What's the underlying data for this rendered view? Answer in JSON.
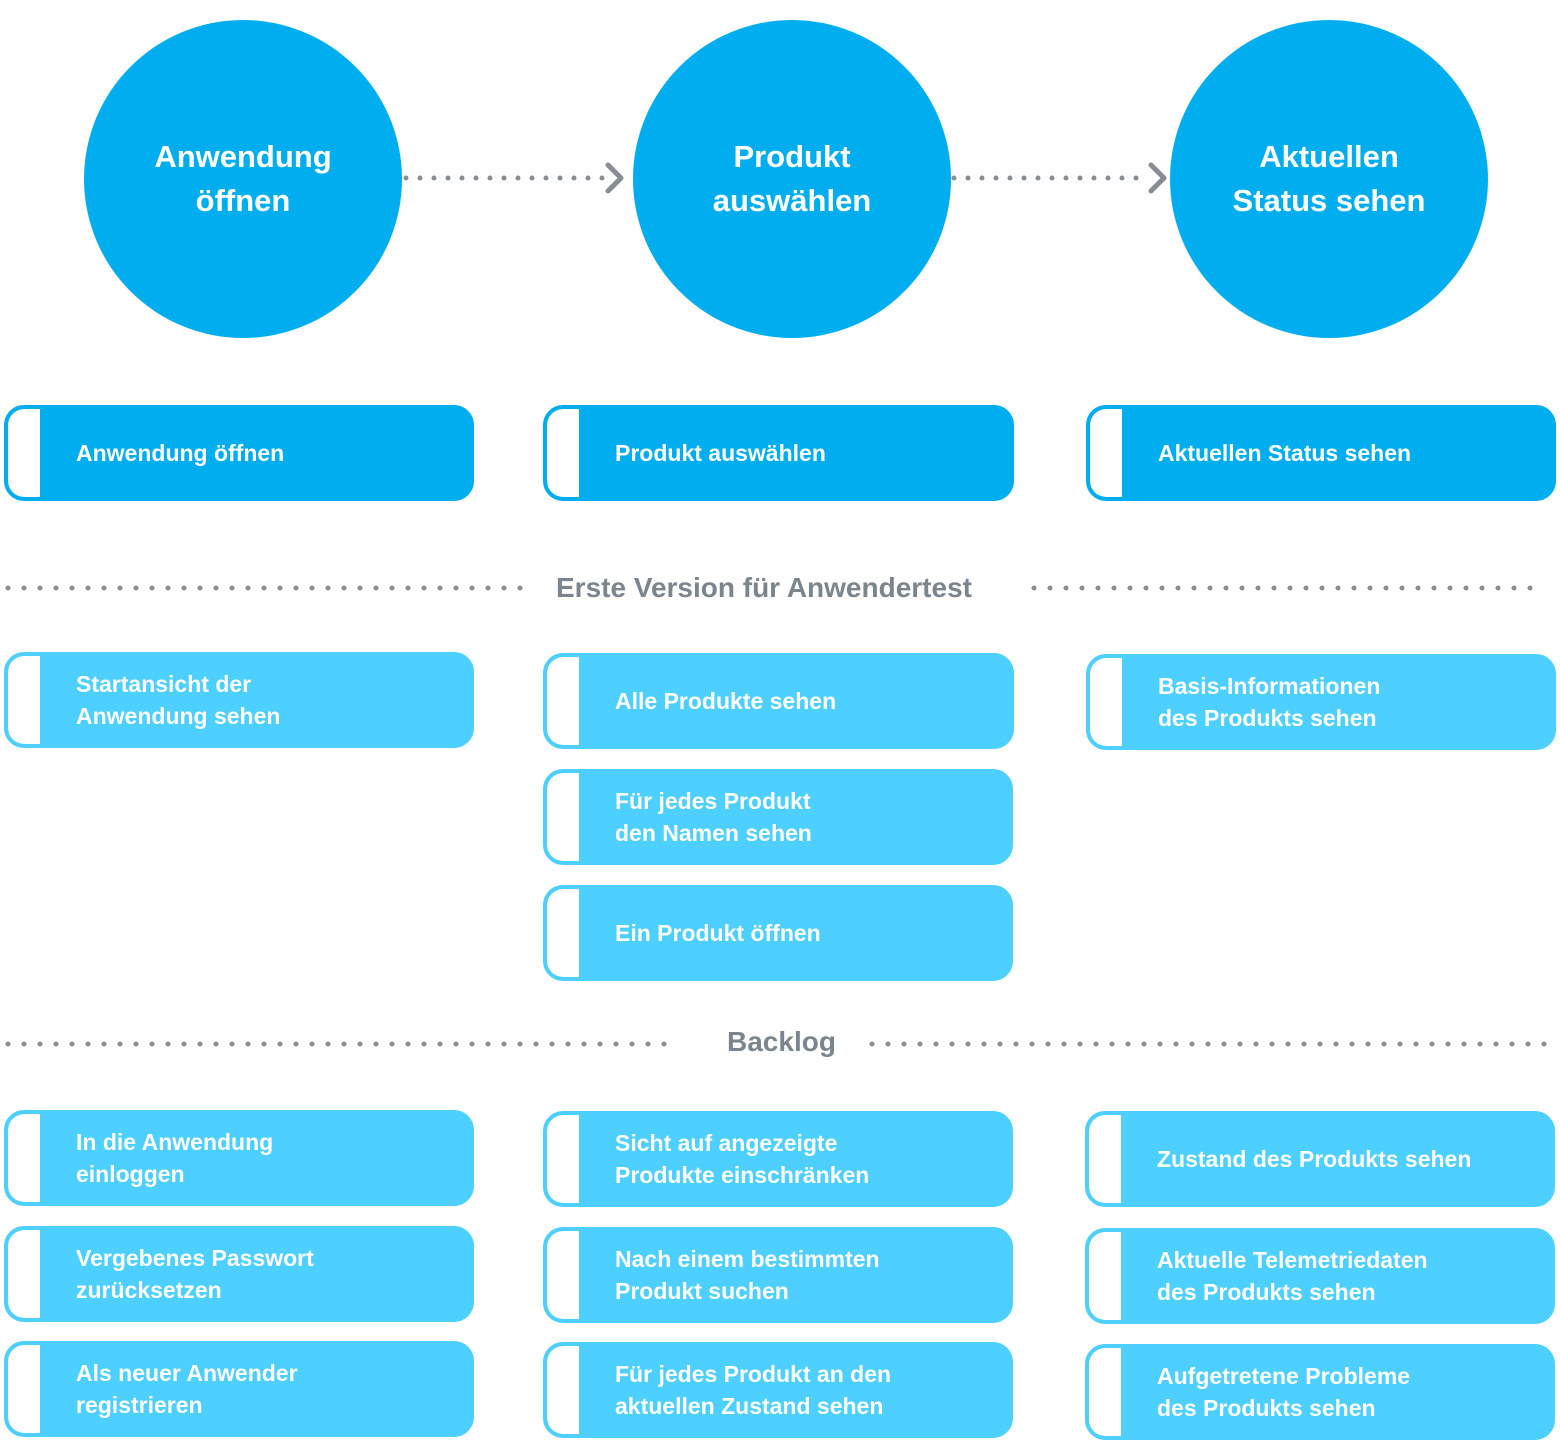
{
  "steps": [
    {
      "line1": "Anwendung",
      "line2": "öffnen"
    },
    {
      "line1": "Produkt",
      "line2": "auswählen"
    },
    {
      "line1": "Aktuellen",
      "line2": "Status sehen"
    }
  ],
  "activities": [
    "Anwendung öffnen",
    "Produkt auswählen",
    "Aktuellen Status sehen"
  ],
  "sections": {
    "release": "Erste Version für Anwendertest",
    "backlog": "Backlog"
  },
  "release_stories": {
    "col1": [
      {
        "line1": "Startansicht der",
        "line2": "Anwendung sehen"
      }
    ],
    "col2": [
      {
        "line1": "Alle Produkte sehen",
        "line2": ""
      },
      {
        "line1": "Für jedes Produkt",
        "line2": "den Namen sehen"
      },
      {
        "line1": "Ein Produkt öffnen",
        "line2": ""
      }
    ],
    "col3": [
      {
        "line1": "Basis-Informationen",
        "line2": "des Produkts sehen"
      }
    ]
  },
  "backlog_stories": {
    "col1": [
      {
        "line1": "In die Anwendung",
        "line2": "einloggen"
      },
      {
        "line1": "Vergebenes Passwort",
        "line2": "zurücksetzen"
      },
      {
        "line1": "Als neuer Anwender",
        "line2": "registrieren"
      }
    ],
    "col2": [
      {
        "line1": "Sicht auf angezeigte",
        "line2": "Produkte einschränken"
      },
      {
        "line1": "Nach einem bestimmten",
        "line2": "Produkt suchen"
      },
      {
        "line1": "Für jedes Produkt an den",
        "line2": "aktuellen Zustand sehen"
      }
    ],
    "col3": [
      {
        "line1": "Zustand des Produkts sehen",
        "line2": ""
      },
      {
        "line1": "Aktuelle Telemetriedaten",
        "line2": "des Produkts sehen"
      },
      {
        "line1": "Aufgetretene Probleme",
        "line2": "des Produkts sehen"
      }
    ]
  },
  "colors": {
    "primary": "#00aeef",
    "light": "#4dcfff",
    "connector": "#868d94",
    "section_text": "#7b858e"
  }
}
